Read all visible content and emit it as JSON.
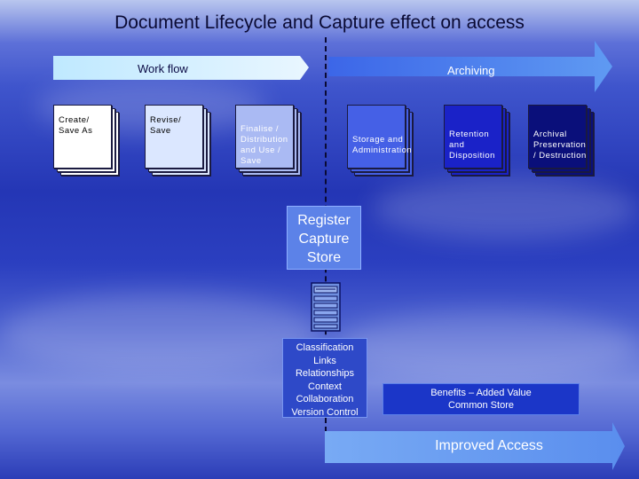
{
  "title": "Document Lifecycle and Capture effect on access",
  "workflow_label": "Work flow",
  "archiving_label": "Archiving",
  "stages": [
    {
      "label": "Create/\nSave As",
      "color": "#ffffff",
      "text_color": "#000000"
    },
    {
      "label": "Revise/\nSave",
      "color": "#dbe7ff",
      "text_color": "#000000"
    },
    {
      "label": "Finalise /\nDistribution\nand Use /\nSave",
      "color": "#aabaf3",
      "text_color": "#ffffff"
    },
    {
      "label": "Storage and\nAdministration",
      "color": "#4560e6",
      "text_color": "#ffffff"
    },
    {
      "label": "Retention\nand\nDisposition",
      "color": "#1a22c8",
      "text_color": "#ffffff"
    },
    {
      "label": "Archival\nPreservation\n/ Destruction",
      "color": "#0a0f7a",
      "text_color": "#ffffff"
    }
  ],
  "register_box": "Register\nCapture\nStore",
  "features_box": "Classification\nLinks\nRelationships\nContext\nCollaboration\nVersion Control",
  "benefits_box": "Benefits – Added Value\nCommon Store",
  "improved_access": "Improved Access",
  "server_icon": "server-icon"
}
